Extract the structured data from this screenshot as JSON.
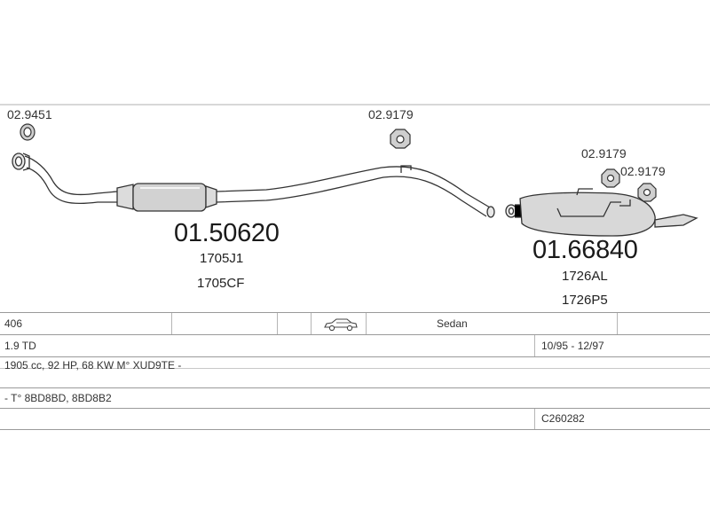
{
  "diagram": {
    "clamp_left_label": "02.9451",
    "hanger_mid_label": "02.9179",
    "hanger_right1_label": "02.9179",
    "hanger_right2_label": "02.9179",
    "center_part_number": "01.50620",
    "center_ref_1": "1705J1",
    "center_ref_2": "1705CF",
    "rear_part_number": "01.66840",
    "rear_ref_1": "1726AL",
    "rear_ref_2": "1726P5"
  },
  "vehicle_table": {
    "model": "406",
    "body_type": "Sedan",
    "body_icon": "car-sedan-icon",
    "engine": "1.9 TD",
    "years": "10/95 - 12/97",
    "engine_details": "1905 cc, 92 HP, 68 KW M° XUD9TE -",
    "type_codes": "- T° 8BD8BD, 8BD8B2",
    "catalog_code": "C260282"
  }
}
